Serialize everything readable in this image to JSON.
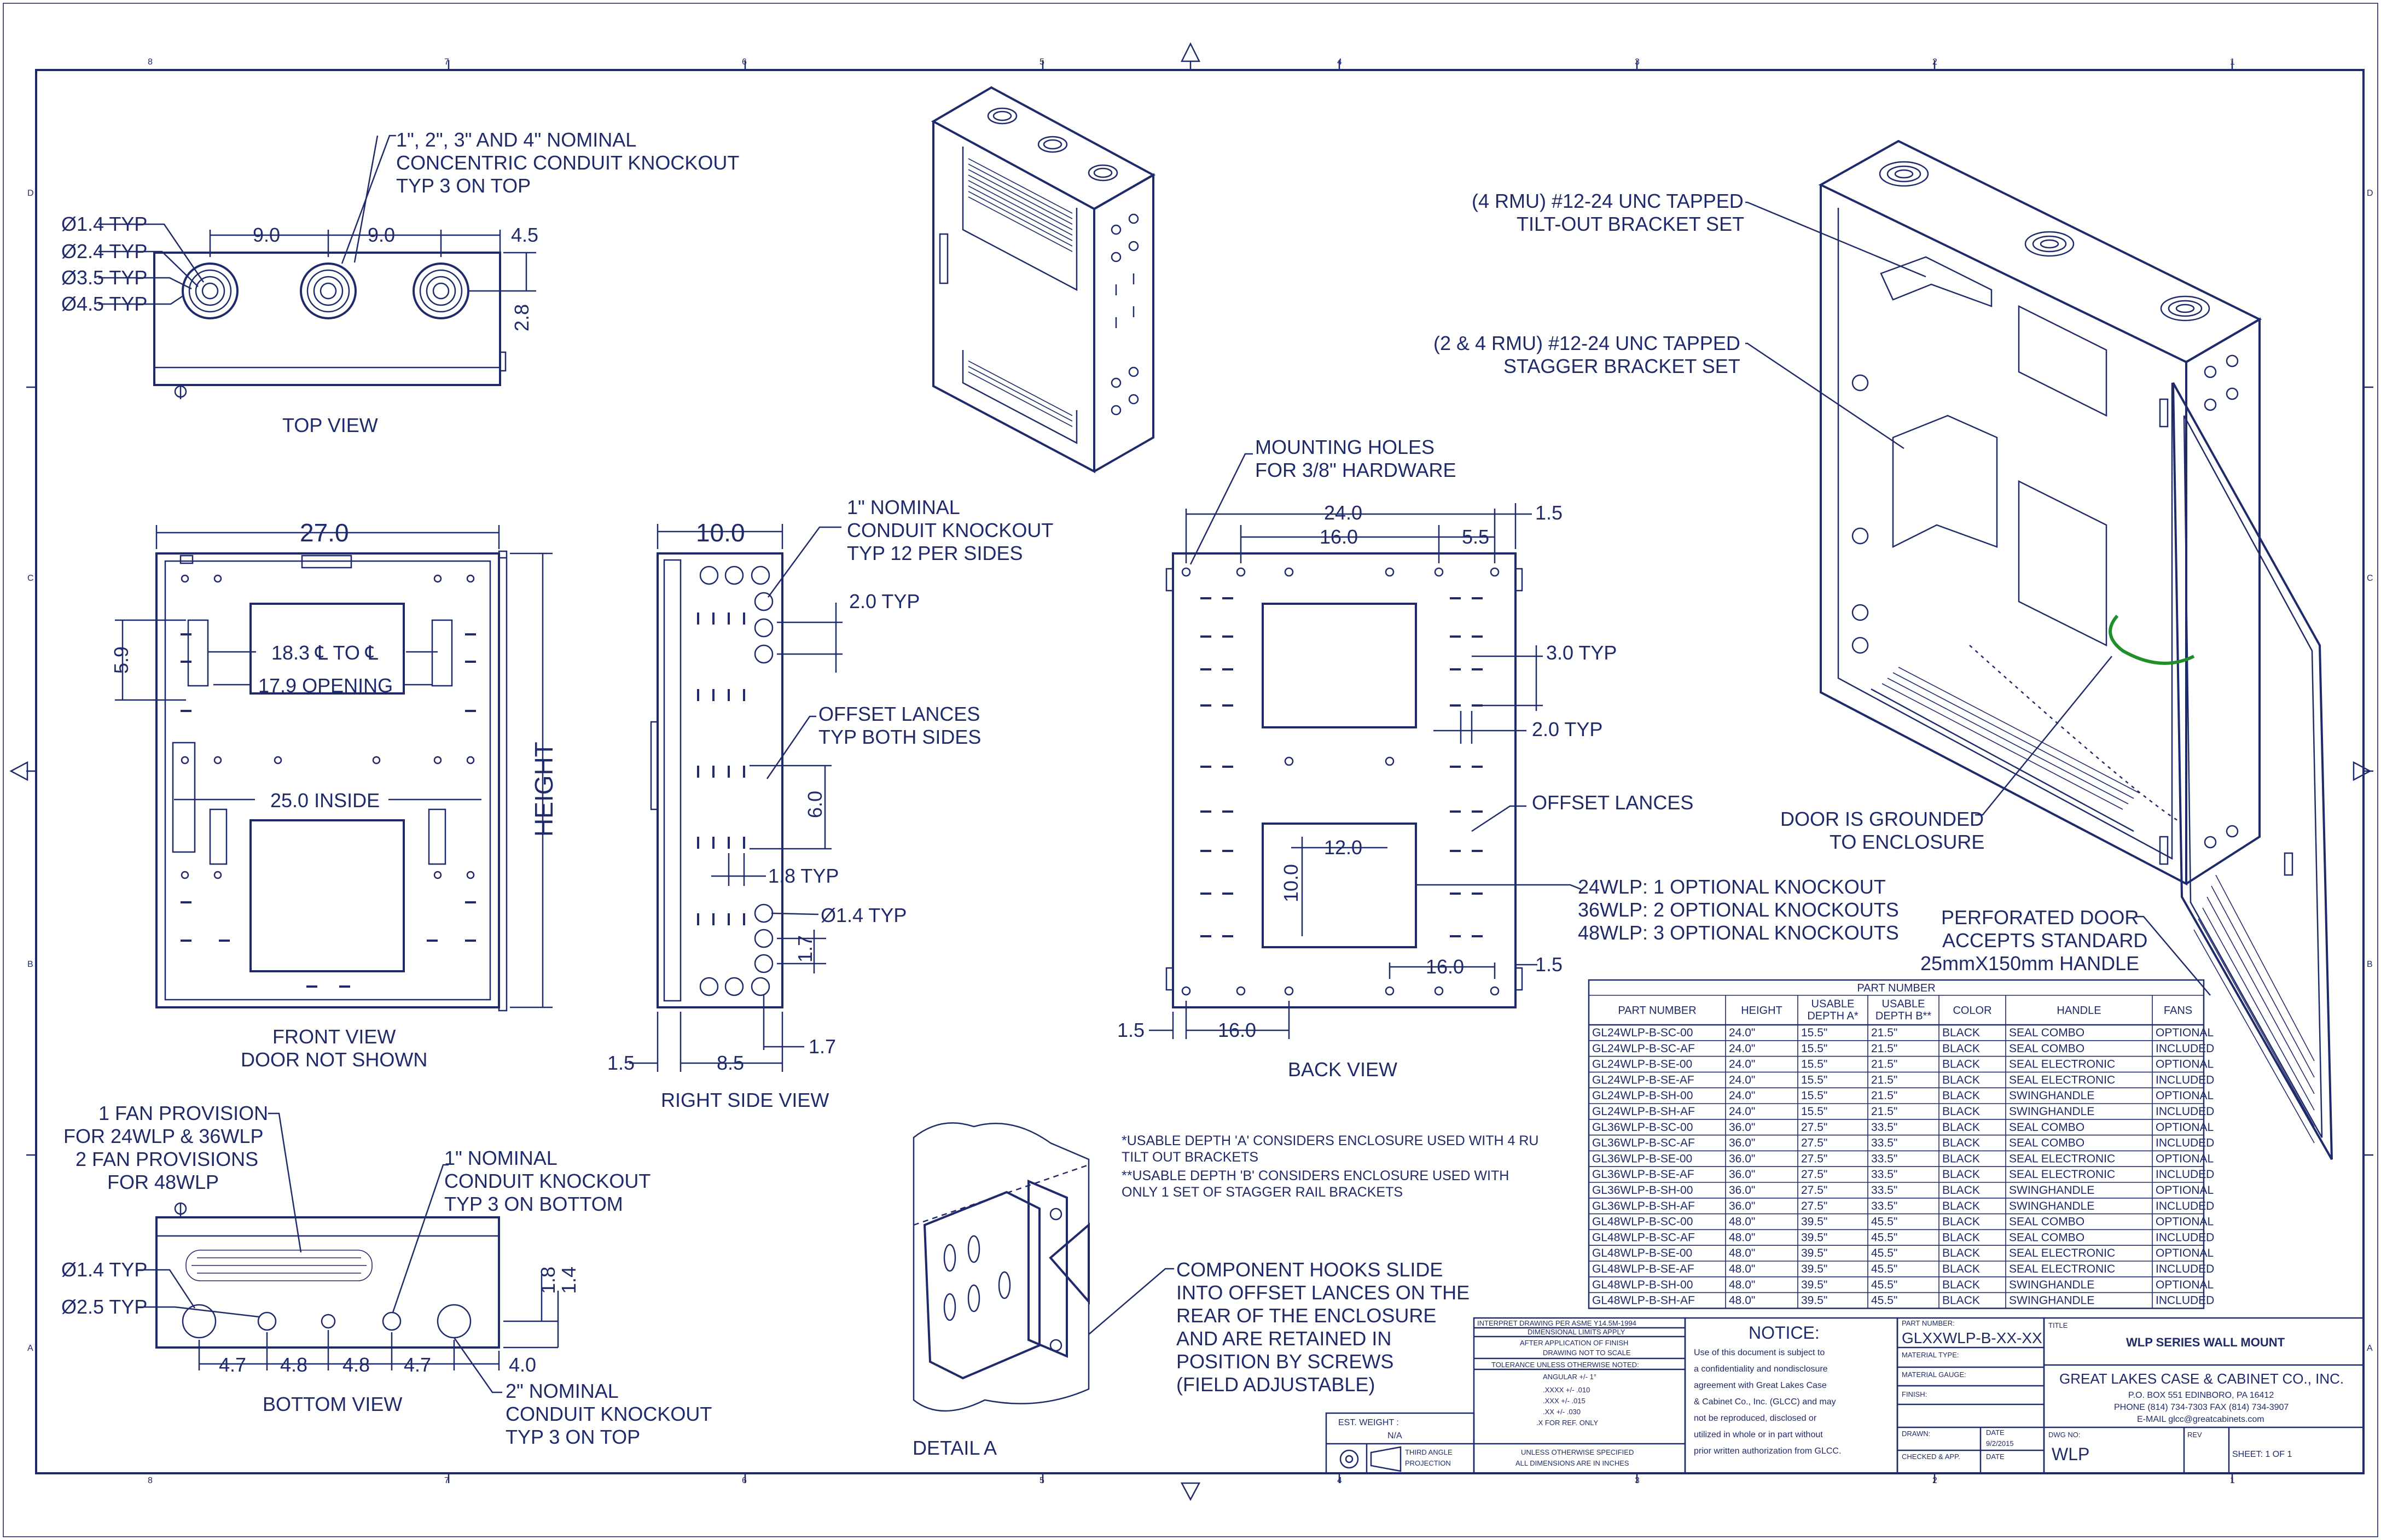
{
  "border": {
    "zones_top": [
      "8",
      "7",
      "6",
      "5",
      "4",
      "3",
      "2",
      "1"
    ],
    "zones_side": [
      "D",
      "C",
      "B",
      "A"
    ]
  },
  "top_view": {
    "title": "TOP VIEW",
    "note": [
      "1\", 2\", 3\" AND 4\" NOMINAL",
      "CONCENTRIC CONDUIT KNOCKOUT",
      "TYP 3 ON TOP"
    ],
    "dia_labels": [
      "Ø1.4 TYP",
      "Ø2.4 TYP",
      "Ø3.5 TYP",
      "Ø4.5 TYP"
    ],
    "dims": [
      "9.0",
      "9.0",
      "4.5",
      "2.8"
    ]
  },
  "front_view": {
    "title": [
      "FRONT VIEW",
      "DOOR NOT SHOWN"
    ],
    "width": "27.0",
    "height": "HEIGHT",
    "side": "5.9",
    "center": "18.3 ℄ TO ℄",
    "opening": "17.9 OPENING",
    "inside": "25.0 INSIDE"
  },
  "right_side_view": {
    "title": "RIGHT SIDE VIEW",
    "depth": "10.0",
    "note1": [
      "1\" NOMINAL",
      "CONDUIT KNOCKOUT",
      "TYP 12 PER SIDES"
    ],
    "typ2": "2.0 TYP",
    "note2": [
      "OFFSET LANCES",
      "TYP BOTH SIDES"
    ],
    "d6": "6.0",
    "d18": "1.8 TYP",
    "dia": "Ø1.4 TYP",
    "d17v": "1.7",
    "d15": "1.5",
    "d85": "8.5",
    "d17": "1.7"
  },
  "back_view": {
    "title": "BACK VIEW",
    "holes": [
      "MOUNTING HOLES",
      "FOR 3/8\" HARDWARE"
    ],
    "d24": "24.0",
    "d16a": "16.0",
    "d55": "5.5",
    "d15a": "1.5",
    "d30": "3.0 TYP",
    "d20": "2.0 TYP",
    "lances": "OFFSET LANCES",
    "d12": "12.0",
    "d10": "10.0",
    "knockouts": [
      "24WLP: 1 OPTIONAL KNOCKOUT",
      "36WLP: 2 OPTIONAL KNOCKOUTS",
      "48WLP: 3 OPTIONAL KNOCKOUTS"
    ],
    "d16b": "16.0",
    "d15b": "1.5",
    "d15c": "1.5",
    "d16c": "16.0"
  },
  "iso": {
    "bracket1": [
      "(4 RMU) #12-24 UNC TAPPED",
      "TILT-OUT BRACKET SET"
    ],
    "bracket2": [
      "(2 & 4 RMU) #12-24 UNC TAPPED",
      "STAGGER BRACKET SET"
    ],
    "ground": [
      "DOOR IS GROUNDED",
      "TO ENCLOSURE"
    ],
    "perf": [
      "PERFORATED DOOR",
      "ACCEPTS STANDARD",
      "25mmX150mm HANDLE"
    ]
  },
  "bottom_view": {
    "title": "BOTTOM VIEW",
    "fan": [
      "1 FAN PROVISION",
      "FOR  24WLP & 36WLP",
      "2 FAN PROVISIONS",
      "FOR  48WLP"
    ],
    "note1": [
      "1\" NOMINAL",
      "CONDUIT KNOCKOUT",
      "TYP 3 ON BOTTOM"
    ],
    "note2": [
      "2\" NOMINAL",
      "CONDUIT KNOCKOUT",
      "TYP 3 ON TOP"
    ],
    "dia1": "Ø1.4 TYP",
    "dia2": "Ø2.5 TYP",
    "dims": [
      "4.7",
      "4.8",
      "4.8",
      "4.7",
      "4.0"
    ],
    "v1": "1.8",
    "v2": "1.4"
  },
  "detail": {
    "title": "DETAIL  A",
    "note": [
      "COMPONENT HOOKS SLIDE",
      "INTO OFFSET LANCES ON THE",
      "REAR OF THE ENCLOSURE",
      "AND ARE RETAINED IN",
      "POSITION BY SCREWS",
      "(FIELD ADJUSTABLE)"
    ]
  },
  "footnotes": [
    "*USABLE DEPTH 'A' CONSIDERS ENCLOSURE USED WITH 4 RU",
    "  TILT OUT BRACKETS",
    "**USABLE DEPTH 'B' CONSIDERS ENCLOSURE USED WITH",
    "   ONLY 1 SET OF STAGGER RAIL BRACKETS"
  ],
  "table": {
    "group": "PART NUMBER",
    "headers": [
      "PART NUMBER",
      "HEIGHT",
      "USABLE DEPTH A*",
      "USABLE DEPTH B**",
      "COLOR",
      "HANDLE",
      "FANS"
    ],
    "rows": [
      [
        "GL24WLP-B-SC-00",
        "24.0\"",
        "15.5\"",
        "21.5\"",
        "BLACK",
        "SEAL COMBO",
        "OPTIONAL"
      ],
      [
        "GL24WLP-B-SC-AF",
        "24.0\"",
        "15.5\"",
        "21.5\"",
        "BLACK",
        "SEAL COMBO",
        "INCLUDED"
      ],
      [
        "GL24WLP-B-SE-00",
        "24.0\"",
        "15.5\"",
        "21.5\"",
        "BLACK",
        "SEAL ELECTRONIC",
        "OPTIONAL"
      ],
      [
        "GL24WLP-B-SE-AF",
        "24.0\"",
        "15.5\"",
        "21.5\"",
        "BLACK",
        "SEAL ELECTRONIC",
        "INCLUDED"
      ],
      [
        "GL24WLP-B-SH-00",
        "24.0\"",
        "15.5\"",
        "21.5\"",
        "BLACK",
        "SWINGHANDLE",
        "OPTIONAL"
      ],
      [
        "GL24WLP-B-SH-AF",
        "24.0\"",
        "15.5\"",
        "21.5\"",
        "BLACK",
        "SWINGHANDLE",
        "INCLUDED"
      ],
      [
        "GL36WLP-B-SC-00",
        "36.0\"",
        "27.5\"",
        "33.5\"",
        "BLACK",
        "SEAL COMBO",
        "OPTIONAL"
      ],
      [
        "GL36WLP-B-SC-AF",
        "36.0\"",
        "27.5\"",
        "33.5\"",
        "BLACK",
        "SEAL COMBO",
        "INCLUDED"
      ],
      [
        "GL36WLP-B-SE-00",
        "36.0\"",
        "27.5\"",
        "33.5\"",
        "BLACK",
        "SEAL ELECTRONIC",
        "OPTIONAL"
      ],
      [
        "GL36WLP-B-SE-AF",
        "36.0\"",
        "27.5\"",
        "33.5\"",
        "BLACK",
        "SEAL ELECTRONIC",
        "INCLUDED"
      ],
      [
        "GL36WLP-B-SH-00",
        "36.0\"",
        "27.5\"",
        "33.5\"",
        "BLACK",
        "SWINGHANDLE",
        "OPTIONAL"
      ],
      [
        "GL36WLP-B-SH-AF",
        "36.0\"",
        "27.5\"",
        "33.5\"",
        "BLACK",
        "SWINGHANDLE",
        "INCLUDED"
      ],
      [
        "GL48WLP-B-SC-00",
        "48.0\"",
        "39.5\"",
        "45.5\"",
        "BLACK",
        "SEAL COMBO",
        "OPTIONAL"
      ],
      [
        "GL48WLP-B-SC-AF",
        "48.0\"",
        "39.5\"",
        "45.5\"",
        "BLACK",
        "SEAL COMBO",
        "INCLUDED"
      ],
      [
        "GL48WLP-B-SE-00",
        "48.0\"",
        "39.5\"",
        "45.5\"",
        "BLACK",
        "SEAL ELECTRONIC",
        "OPTIONAL"
      ],
      [
        "GL48WLP-B-SE-AF",
        "48.0\"",
        "39.5\"",
        "45.5\"",
        "BLACK",
        "SEAL ELECTRONIC",
        "INCLUDED"
      ],
      [
        "GL48WLP-B-SH-00",
        "48.0\"",
        "39.5\"",
        "45.5\"",
        "BLACK",
        "SWINGHANDLE",
        "OPTIONAL"
      ],
      [
        "GL48WLP-B-SH-AF",
        "48.0\"",
        "39.5\"",
        "45.5\"",
        "BLACK",
        "SWINGHANDLE",
        "INCLUDED"
      ]
    ]
  },
  "title_block": {
    "interpret": "INTERPRET DRAWING PER ASME Y14.5M-1994",
    "limits": [
      "DIMENSIONAL LIMITS APPLY",
      "AFTER APPLICATION OF FINISH"
    ],
    "noscale": "DRAWING NOT TO SCALE",
    "tolerance": "TOLERANCE UNLESS OTHERWISE NOTED:",
    "angular": "ANGULAR +/- 1°",
    "tols": [
      ".XXXX +/- .010",
      ".XXX +/- .015",
      ".XX +/- .030",
      ".X FOR REF. ONLY"
    ],
    "units": [
      "UNLESS OTHERWISE SPECIFIED",
      "ALL DIMENSIONS ARE IN INCHES"
    ],
    "est_weight": "EST. WEIGHT :",
    "weight": "N/A",
    "projection": [
      "THIRD ANGLE",
      "PROJECTION"
    ],
    "notice_title": "NOTICE:",
    "notice": [
      "Use of this document is subject to",
      "a confidentiality and nondisclosure",
      "agreement with Great Lakes Case",
      "& Cabinet Co., Inc. (GLCC) and may",
      "not be reproduced, disclosed or",
      "utilized in whole or in part without",
      "prior written authorization from GLCC."
    ],
    "part_label": "PART NUMBER:",
    "part": "GLXXWLP-B-XX-XX",
    "material_type": "MATERIAL TYPE:",
    "material_gauge": "MATERIAL GAUGE:",
    "finish": "FINISH:",
    "drawn": "DRAWN:",
    "date_label": "DATE",
    "date": "9/2/2015",
    "checked": "CHECKED & APP.",
    "date_label2": "DATE",
    "title_label": "TITLE",
    "title": "WLP SERIES WALL MOUNT",
    "company": "GREAT LAKES CASE & CABINET CO., INC.",
    "address": [
      "P.O. BOX 551 EDINBORO, PA 16412",
      "PHONE (814) 734-7303 FAX (814) 734-3907",
      "E-MAIL glcc@greatcabinets.com"
    ],
    "dwg_label": "DWG NO:",
    "dwg": "WLP",
    "rev_label": "REV",
    "sheet": "SHEET:  1  OF   1"
  },
  "colors": {
    "ink": "#1f2a6b",
    "ground": "#1f8f2a",
    "paper": "#ffffff"
  }
}
